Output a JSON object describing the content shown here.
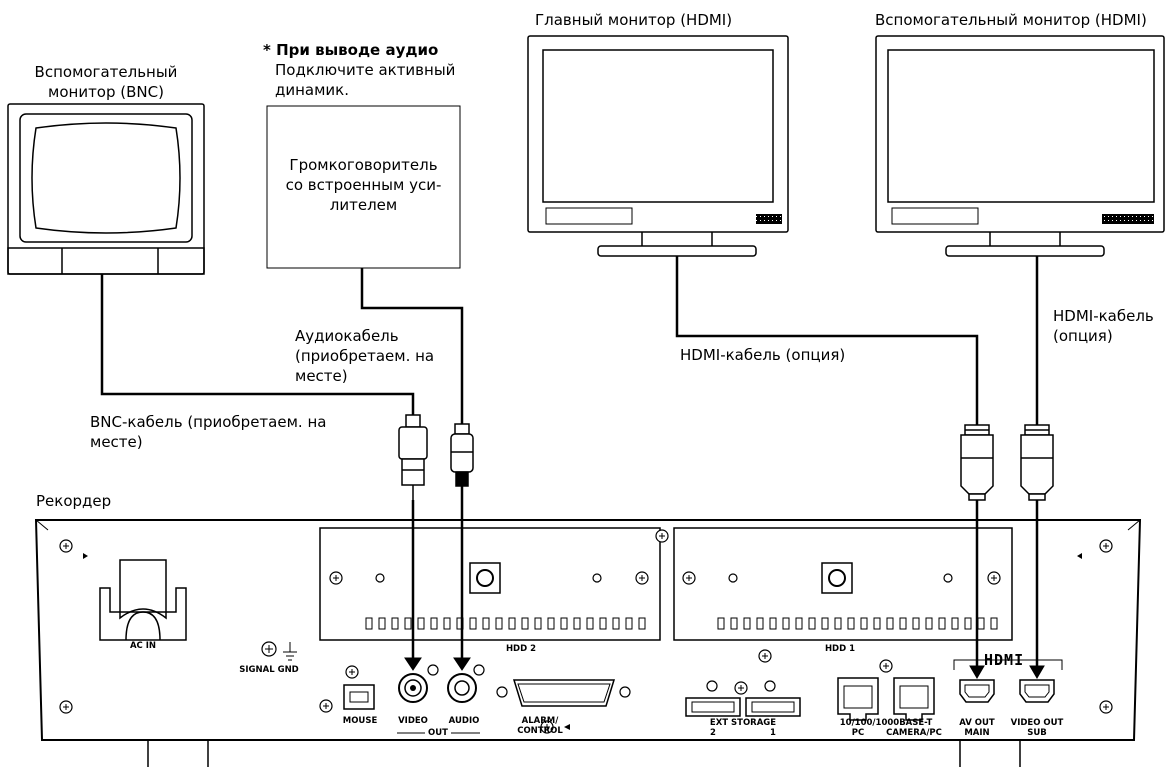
{
  "labels": {
    "bnc_monitor": [
      "Вспомогательный",
      "монитор (BNC)"
    ],
    "audio_note_title": "* При выводе аудио",
    "audio_note_body": [
      "Подключите активный",
      "динамик."
    ],
    "speaker": [
      "Громкоговоритель",
      "со встроенным уси-",
      "лителем"
    ],
    "main_monitor": "Главный монитор (HDMI)",
    "sub_monitor": "Вспомогательный монитор (HDMI)",
    "audio_cable": [
      "Аудиокабель",
      "(приобретаем. на",
      "месте)"
    ],
    "bnc_cable": [
      "BNC-кабель (приобретаем. на",
      "месте)"
    ],
    "hdmi_cable_main": "HDMI-кабель (опция)",
    "hdmi_cable_sub": [
      "HDMI-кабель",
      "(опция)"
    ],
    "recorder": "Рекордер"
  },
  "panel": {
    "ac_in": "AC IN",
    "signal_gnd": "SIGNAL GND",
    "hdd2": "HDD 2",
    "hdd1": "HDD 1",
    "mouse": "MOUSE",
    "video": "VIDEO",
    "audio": "AUDIO",
    "out": "OUT",
    "alarm": [
      "ALARM/",
      "CONTROL"
    ],
    "ext_storage": "EXT STORAGE",
    "ext_2": "2",
    "ext_1": "1",
    "lan": [
      "10/100/1000BASE-T",
      "PC",
      "CAMERA/PC"
    ],
    "hdmi_logo": "HDMI",
    "av_out": [
      "AV OUT",
      "MAIN"
    ],
    "video_out": [
      "VIDEO OUT",
      "SUB"
    ]
  }
}
